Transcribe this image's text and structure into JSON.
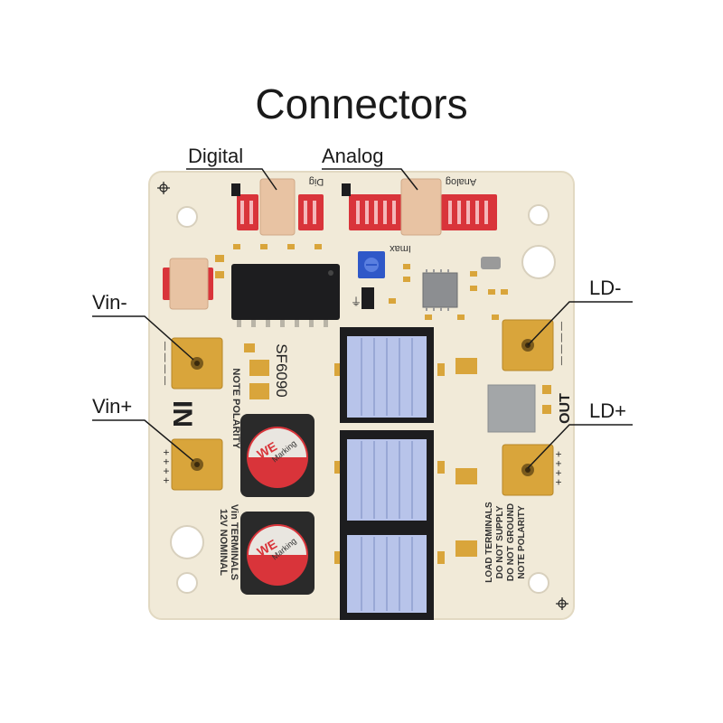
{
  "title": "Connectors",
  "callouts": {
    "digital": "Digital",
    "analog": "Analog",
    "vin_minus": "Vin-",
    "vin_plus": "Vin+",
    "ld_minus": "LD-",
    "ld_plus": "LD+"
  },
  "board": {
    "model": "SF6090",
    "dig_label": "Dig",
    "analog_label": "Analog",
    "imax_label": "Imax",
    "in_label": "IN",
    "out_label": "OUT",
    "note_polarity": "NOTE POLARITY",
    "vin_terminals": [
      "Vin TERMINALS",
      "12V NOMINAL"
    ],
    "load_terminals": [
      "LOAD TERMINALS",
      "DO NOT SUPPLY",
      "DO NOT GROUND",
      "NOTE POLARITY"
    ],
    "plus_signs": "+ + + +",
    "minus_signs": "— — — —",
    "capacitor_brand": "WE",
    "capacitor_text": "Marking"
  },
  "colors": {
    "pcb": "#f1ead8",
    "pad_gold": "#d9a53b",
    "header_red": "#d9343a",
    "connector_tan": "#e8c3a3",
    "heatsink_blue": "#b8c4ea",
    "chip_black": "#1d1d1f",
    "trimpot_blue": "#2f58c8"
  }
}
